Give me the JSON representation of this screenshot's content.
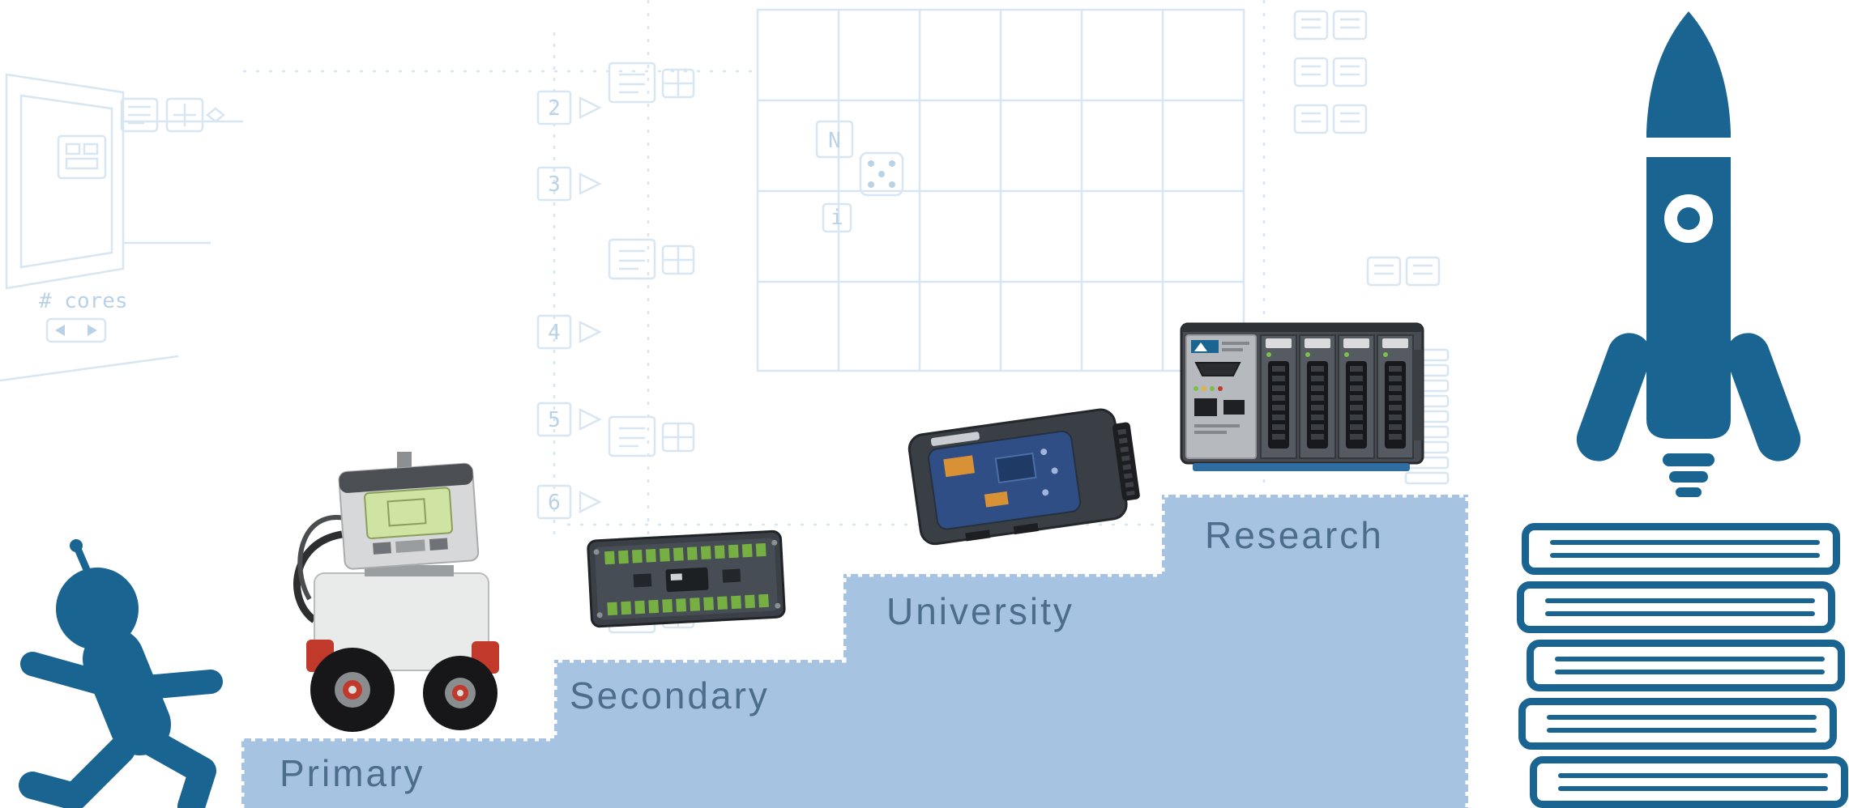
{
  "palette": {
    "accent": "#1a6492",
    "step_fill": "#a6c4e1",
    "label_color": "#4d6d8c",
    "blueprint_line": "#d8e6f2",
    "blueprint_text": "#b9d2e6"
  },
  "steps": [
    {
      "label": "Primary",
      "device": "lego-ev3-robot-icon"
    },
    {
      "label": "Secondary",
      "device": "embedded-controller-board-icon"
    },
    {
      "label": "University",
      "device": "ni-myrio-device-icon"
    },
    {
      "label": "Research",
      "device": "ni-compactrio-icon"
    }
  ],
  "icons": {
    "left_figure": "walking-child-icon",
    "top_right": "rocket-icon",
    "bottom_right": "book-stack-icon",
    "dice": "dice-icon"
  },
  "books": {
    "count": 5
  },
  "background": {
    "cores_label": "# cores",
    "node_numbers": [
      "2",
      "3",
      "4",
      "5",
      "6"
    ],
    "loop_count_label": "N",
    "iteration_label": "i"
  }
}
